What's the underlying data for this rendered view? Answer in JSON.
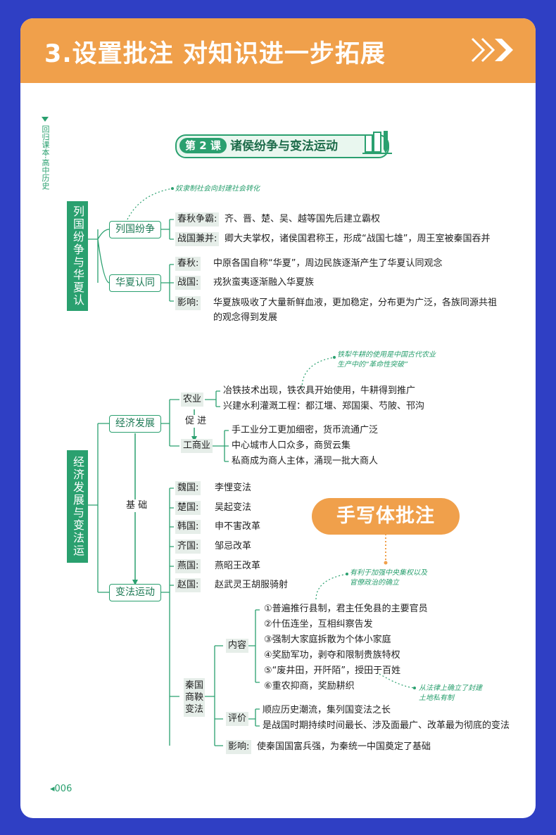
{
  "header": {
    "title": "3.设置批注  对知识进一步拓展"
  },
  "side_label": "回归课本·高中历史",
  "lesson": {
    "number": "第 2 课",
    "title": "诸侯纷争与变法运动"
  },
  "section1": {
    "title": "列国纷争与华夏认同",
    "node_a": "列国纷争",
    "node_b": "华夏认同",
    "note": "奴隶制社会向封建社会转化",
    "a_rows": [
      {
        "label": "春秋争霸:",
        "text": "齐、晋、楚、吴、越等国先后建立霸权"
      },
      {
        "label": "战国兼并:",
        "text": "卿大夫掌权，诸侯国君称王，形成“战国七雄”，周王室被秦国吞并"
      }
    ],
    "b_rows": [
      {
        "label": "春秋:",
        "text": "中原各国自称“华夏”，周边民族逐渐产生了华夏认同观念"
      },
      {
        "label": "战国:",
        "text": "戎狄蛮夷逐渐融入华夏族"
      },
      {
        "label": "影响:",
        "text": "华夏族吸收了大量新鲜血液，更加稳定，分布更为广泛，各族同源共祖",
        "text2": "的观念得到发展"
      }
    ]
  },
  "section2": {
    "title": "经济发展与变法运动",
    "node_econ": "经济发展",
    "node_reform": "变法运动",
    "basis": "基 础",
    "promote": "促 进",
    "agri": {
      "label": "农业",
      "rows": [
        "冶铁技术出现，铁农具开始使用，牛耕得到推广",
        "兴建水利灌溉工程：都江堰、郑国渠、芍陂、邗沟"
      ]
    },
    "note_iron": [
      "铁犁牛耕的使用是中国古代农业",
      "生产中的“革命性突破”"
    ],
    "industry": {
      "label": "工商业",
      "rows": [
        "手工业分工更加细密，货币流通广泛",
        "中心城市人口众多，商贸云集",
        "私商成为商人主体，涌现一批大商人"
      ]
    },
    "reforms": [
      {
        "label": "魏国:",
        "text": "李悝变法"
      },
      {
        "label": "楚国:",
        "text": "吴起变法"
      },
      {
        "label": "韩国:",
        "text": "申不害改革"
      },
      {
        "label": "齐国:",
        "text": "邹忌改革"
      },
      {
        "label": "燕国:",
        "text": "燕昭王改革"
      },
      {
        "label": "赵国:",
        "text": "赵武灵王胡服骑射"
      }
    ],
    "bubble": "手写体批注",
    "note_county": [
      "有利于加强中央集权以及",
      "官僚政治的确立"
    ],
    "qin": {
      "label": "秦国商鞅变法",
      "content_label": "内容",
      "content": [
        "①普遍推行县制，君主任免县的主要官员",
        "②什伍连坐，互相纠察告发",
        "③强制大家庭拆散为个体小家庭",
        "④奖励军功，剥夺和限制贵族特权",
        "⑤“废井田，开阡陌”，授田于百姓",
        "⑥重农抑商，奖励耕织"
      ],
      "eval_label": "评价",
      "eval": [
        "顺应历史潮流，集列国变法之长",
        "是战国时期持续时间最长、涉及面最广、改革最为彻底的变法"
      ],
      "impact_label": "影响:",
      "impact": "使秦国国富兵强，为秦统一中国奠定了基础"
    },
    "note_land": [
      "从法律上确立了封建",
      "土地私有制"
    ]
  },
  "page_number": "006",
  "colors": {
    "accent": "#f0a04b",
    "green": "#2aa06f",
    "frame": "#2f3fc4"
  }
}
